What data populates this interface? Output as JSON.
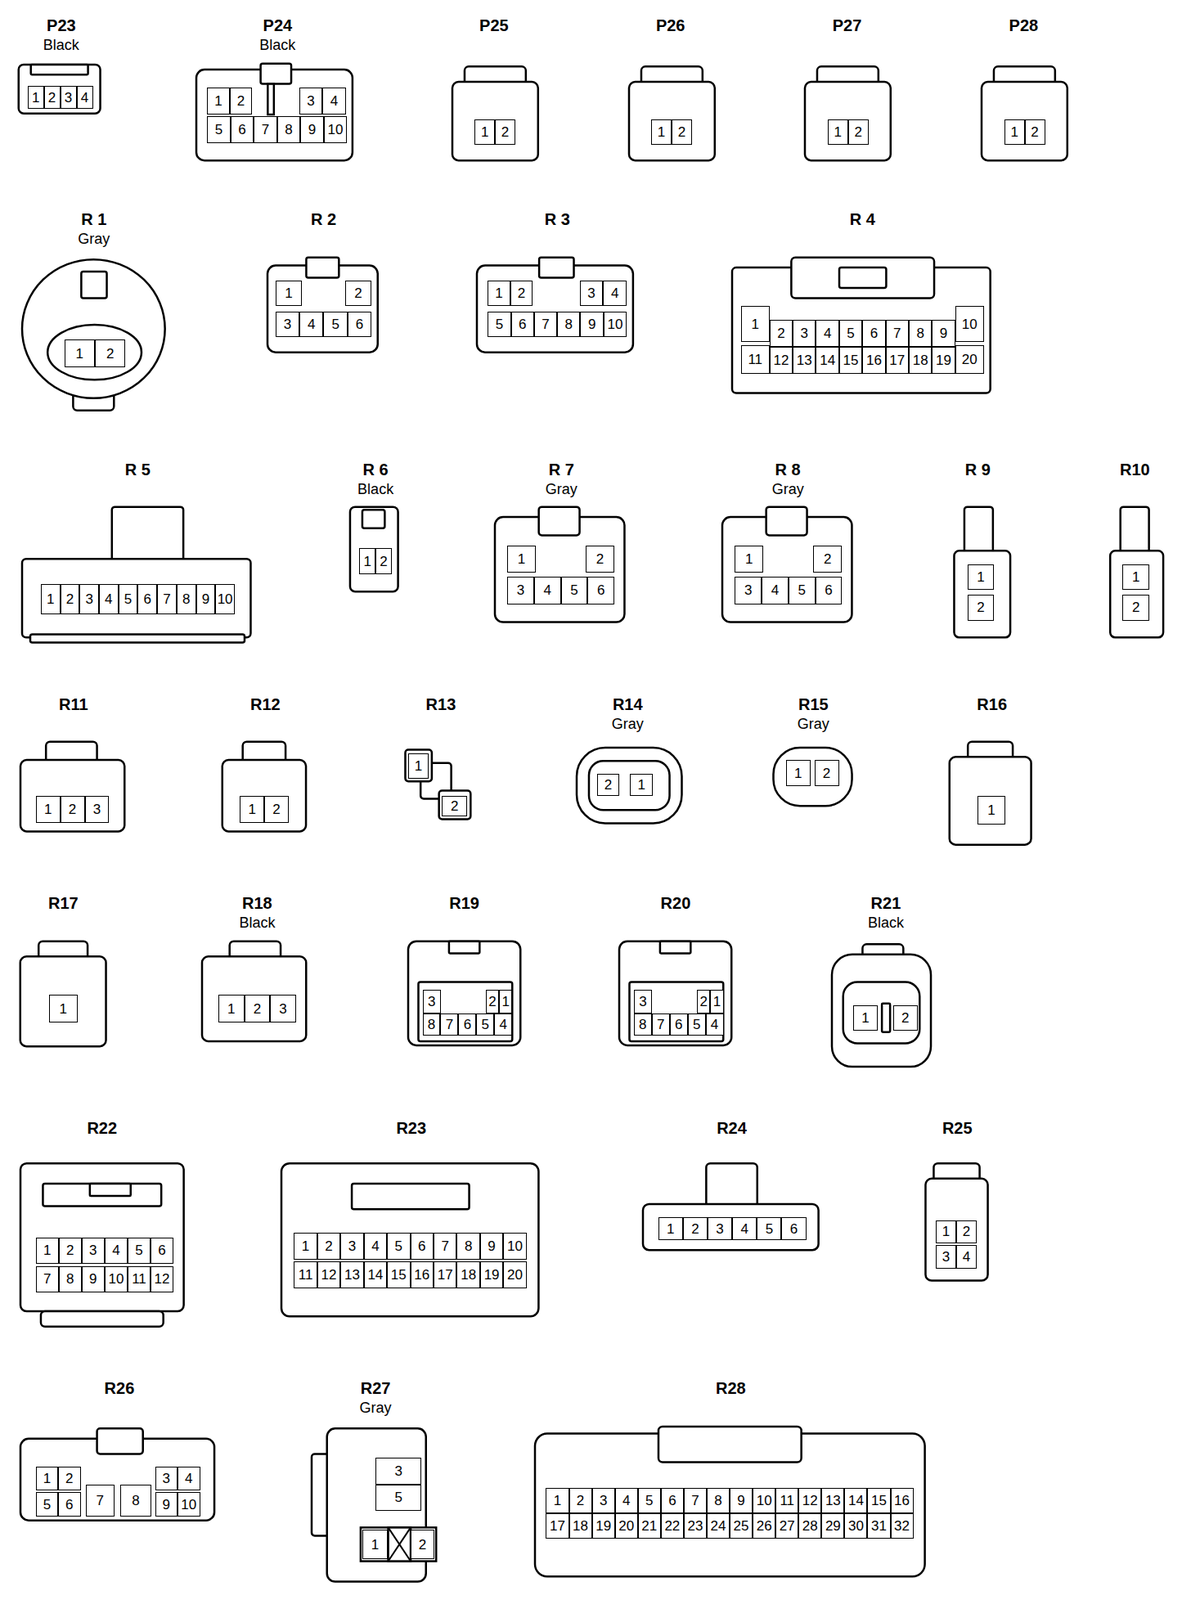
{
  "diagram": {
    "nodes": [
      {
        "text": [
          "P23",
          "Black",
          "1",
          "2",
          "3",
          "4"
        ]
      },
      {
        "text": [
          "P24",
          "Black",
          "1",
          "2",
          "3",
          "4",
          "5",
          "6",
          "7",
          "8",
          "9",
          "10"
        ]
      },
      {
        "text": [
          "P25",
          "1",
          "2"
        ]
      },
      {
        "text": [
          "P26",
          "1",
          "2"
        ]
      },
      {
        "text": [
          "P27",
          "1",
          "2"
        ]
      },
      {
        "text": [
          "P28",
          "1",
          "2"
        ]
      },
      {
        "text": [
          "R 1",
          "Gray",
          "1",
          "2"
        ]
      },
      {
        "text": [
          "R 2",
          "1",
          "2",
          "3",
          "4",
          "5",
          "6"
        ]
      },
      {
        "text": [
          "R 3",
          "1",
          "2",
          "3",
          "4",
          "5",
          "6",
          "7",
          "8",
          "9",
          "10"
        ]
      },
      {
        "text": [
          "R 4",
          "1",
          "2",
          "3",
          "4",
          "5",
          "6",
          "7",
          "8",
          "9",
          "10",
          "11",
          "12",
          "13",
          "14",
          "15",
          "16",
          "17",
          "18",
          "19",
          "20"
        ]
      },
      {
        "text": [
          "R 5",
          "1",
          "2",
          "3",
          "4",
          "5",
          "6",
          "7",
          "8",
          "9",
          "10"
        ]
      },
      {
        "text": [
          "R 6",
          "Black",
          "1",
          "2"
        ]
      },
      {
        "text": [
          "R 7",
          "Gray",
          "1",
          "2",
          "3",
          "4",
          "5",
          "6"
        ]
      },
      {
        "text": [
          "R 8",
          "Gray",
          "1",
          "2",
          "3",
          "4",
          "5",
          "6"
        ]
      },
      {
        "text": [
          "R 9",
          "1",
          "2"
        ]
      },
      {
        "text": [
          "R10",
          "1",
          "2"
        ]
      },
      {
        "text": [
          "R11",
          "1",
          "2",
          "3"
        ]
      },
      {
        "text": [
          "R12",
          "1",
          "2"
        ]
      },
      {
        "text": [
          "R13",
          "1",
          "2"
        ]
      },
      {
        "text": [
          "R14",
          "Gray",
          "2",
          "1"
        ]
      },
      {
        "text": [
          "R15",
          "Gray",
          "1",
          "2"
        ]
      },
      {
        "text": [
          "R16",
          "1"
        ]
      },
      {
        "text": [
          "R17",
          "1"
        ]
      },
      {
        "text": [
          "R18",
          "Black",
          "1",
          "2",
          "3"
        ]
      },
      {
        "text": [
          "R19",
          "3",
          "2",
          "1",
          "8",
          "7",
          "6",
          "5",
          "4"
        ]
      },
      {
        "text": [
          "R20",
          "3",
          "2",
          "1",
          "8",
          "7",
          "6",
          "5",
          "4"
        ]
      },
      {
        "text": [
          "R21",
          "Black",
          "1",
          "2"
        ]
      },
      {
        "text": [
          "R22",
          "1",
          "2",
          "3",
          "4",
          "5",
          "6",
          "7",
          "8",
          "9",
          "10",
          "11",
          "12"
        ]
      },
      {
        "text": [
          "R23",
          "1",
          "2",
          "3",
          "4",
          "5",
          "6",
          "7",
          "8",
          "9",
          "10",
          "11",
          "12",
          "13",
          "14",
          "15",
          "16",
          "17",
          "18",
          "19",
          "20"
        ]
      },
      {
        "text": [
          "R24",
          "1",
          "2",
          "3",
          "4",
          "5",
          "6"
        ]
      },
      {
        "text": [
          "R25",
          "1",
          "2",
          "3",
          "4"
        ]
      },
      {
        "text": [
          "R26",
          "1",
          "2",
          "3",
          "4",
          "5",
          "6",
          "7",
          "8",
          "9",
          "10"
        ]
      },
      {
        "text": [
          "R27",
          "Gray",
          "3",
          "5",
          "1",
          "2"
        ]
      },
      {
        "text": [
          "R28",
          "1",
          "2",
          "3",
          "4",
          "5",
          "6",
          "7",
          "8",
          "9",
          "10",
          "11",
          "12",
          "13",
          "14",
          "15",
          "16",
          "17",
          "18",
          "19",
          "20",
          "21",
          "22",
          "23",
          "24",
          "25",
          "26",
          "27",
          "28",
          "29",
          "30",
          "31",
          "32"
        ]
      }
    ]
  }
}
